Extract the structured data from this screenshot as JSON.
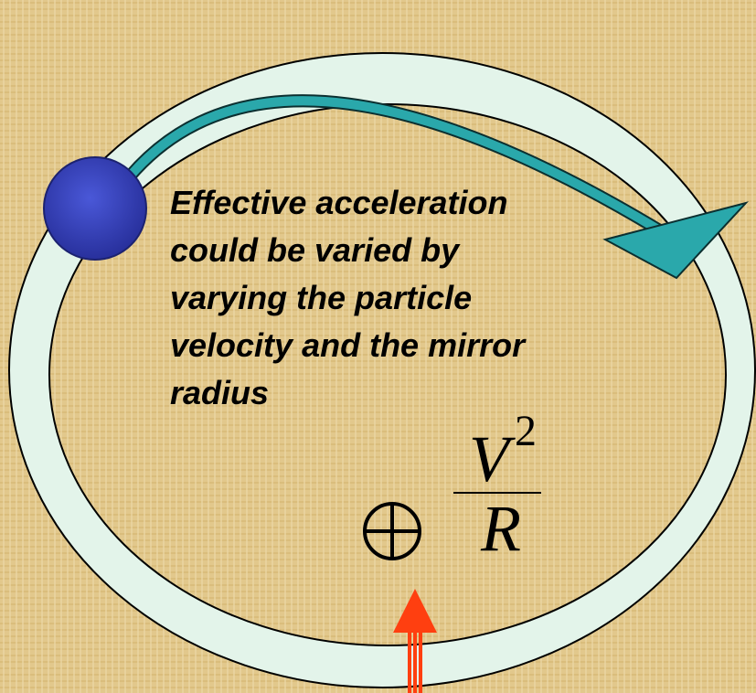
{
  "colors": {
    "background": "#e2c88c",
    "ring_fill": "#e3f4ea",
    "arrow_fill": "#2aa8ab",
    "particle": "#3340b8",
    "pointer_arrow": "#ff3f10",
    "text": "#000000"
  },
  "icons": {
    "particle": "blue-sphere",
    "direction": "curved-arrow",
    "field_symbol": "circled-plus",
    "pointer": "up-arrow"
  },
  "caption": {
    "lines": [
      "Effective acceleration",
      "could be varied by",
      "varying the particle",
      "velocity and the mirror",
      "radius"
    ]
  },
  "formula": {
    "numerator_var": "V",
    "exponent": "2",
    "denominator_var": "R"
  }
}
